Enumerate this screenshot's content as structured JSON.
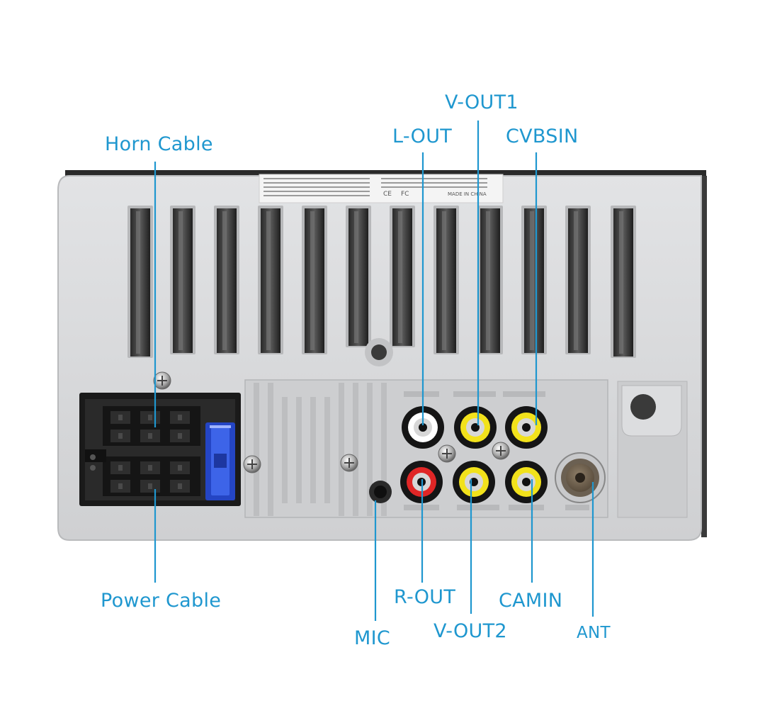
{
  "labels": {
    "horn_cable": "Horn Cable",
    "power_cable": "Power Cable",
    "l_out": "L-OUT",
    "v_out1": "V-OUT1",
    "cvbsin": "CVBSIN",
    "r_out": "R-OUT",
    "v_out2": "V-OUT2",
    "camin": "CAMIN",
    "mic": "MIC",
    "ant": "ANT"
  },
  "panel_text": {
    "made_in_china": "MADE IN CHINA",
    "ce_mark": "CE",
    "fcc_mark": "FC"
  },
  "colors": {
    "label": "#1f97cf",
    "panel": "#d8d9db",
    "rca_white": "#ffffff",
    "rca_red": "#e02626",
    "rca_yellow": "#f2e21b"
  },
  "icons": [
    "iso-connector-icon",
    "fuse-icon",
    "screw-icon",
    "rca-jack-icon",
    "antenna-socket-icon",
    "mic-jack-icon"
  ]
}
